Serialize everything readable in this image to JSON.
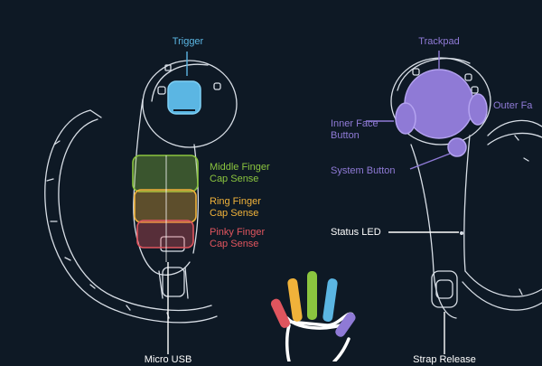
{
  "colors": {
    "background": "#0e1925",
    "outline": "#d8dee6",
    "trigger": "#5bb6e3",
    "middle": "#8bc53f",
    "ring": "#f0b23a",
    "pinky": "#e0555e",
    "purple": "#8f7ad6",
    "white_label": "#ffffff",
    "hand_fingers": [
      "#e0555e",
      "#f0b23a",
      "#8bc53f",
      "#5bb6e3",
      "#8f7ad6"
    ]
  },
  "left_controller": {
    "trigger": "Trigger",
    "middle": [
      "Middle Finger",
      "Cap Sense"
    ],
    "ring": [
      "Ring Finger",
      "Cap Sense"
    ],
    "pinky": [
      "Pinky Finger",
      "Cap Sense"
    ],
    "micro_usb": "Micro USB"
  },
  "right_controller": {
    "trackpad": "Trackpad",
    "outer_face": "Outer Fa",
    "inner_face": [
      "Inner Face",
      "Button"
    ],
    "system": "System Button",
    "status_led": "Status LED",
    "strap": "Strap Release"
  },
  "icons": {
    "hand": "hand-icon"
  }
}
